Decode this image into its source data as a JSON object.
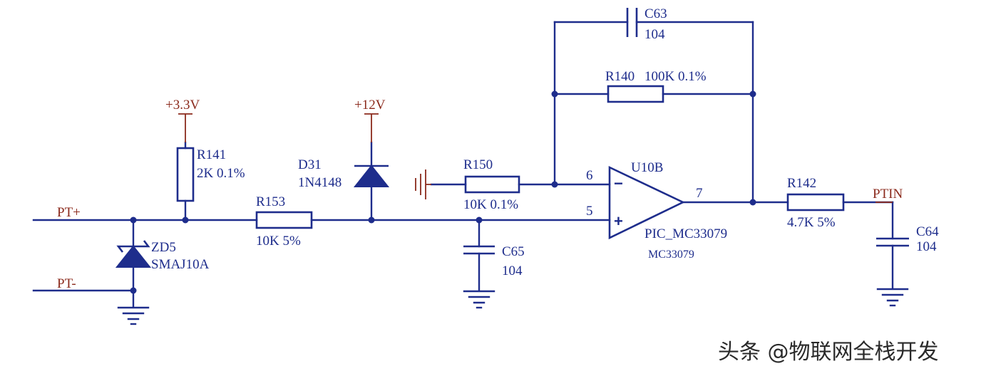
{
  "nets": {
    "pt_plus": "PT+",
    "pt_minus": "PT-",
    "v33": "+3.3V",
    "v12": "+12V",
    "ptin": "PTIN"
  },
  "components": {
    "r141": {
      "ref": "R141",
      "value": "2K 0.1%"
    },
    "r153": {
      "ref": "R153",
      "value": "10K 5%"
    },
    "zd5": {
      "ref": "ZD5",
      "value": "SMAJ10A"
    },
    "d31": {
      "ref": "D31",
      "value": "1N4148"
    },
    "r150": {
      "ref": "R150",
      "value": "10K 0.1%"
    },
    "c65": {
      "ref": "C65",
      "value": "104"
    },
    "c63": {
      "ref": "C63",
      "value": "104"
    },
    "r140": {
      "ref": "R140",
      "value": "100K 0.1%"
    },
    "u10b": {
      "ref": "U10B",
      "part": "PIC_MC33079",
      "value": "MC33079",
      "pin_inv": "6",
      "pin_noninv": "5",
      "pin_out": "7"
    },
    "r142": {
      "ref": "R142",
      "value": "4.7K 5%"
    },
    "c64": {
      "ref": "C64",
      "value": "104"
    }
  },
  "watermark": "头条 @物联网全栈开发",
  "colors": {
    "wire": "#1e2d8c",
    "power": "#8b2a1c",
    "background": "#ffffff"
  }
}
